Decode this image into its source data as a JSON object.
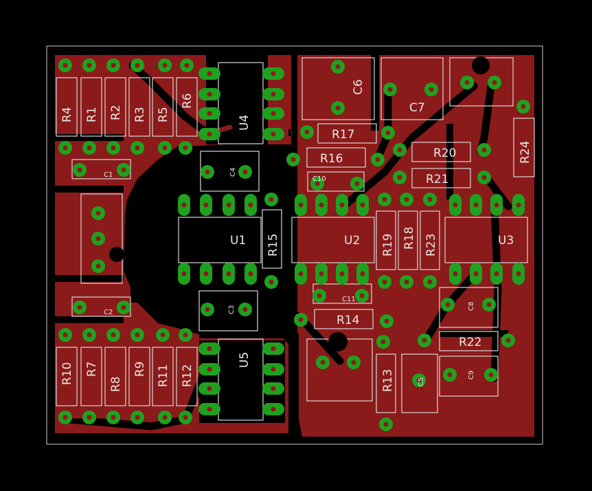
{
  "board": {
    "copper_color": "#8b1a1a",
    "pad_color": "#1fa11f",
    "silk_color": "#d8d8d8",
    "background": "#000000"
  },
  "labels": {
    "R4": "R4",
    "R1": "R1",
    "R2": "R2",
    "R3": "R3",
    "R5": "R5",
    "R6": "R6",
    "U4": "U4",
    "C6": "C6",
    "C7": "C7",
    "R17": "R17",
    "R16": "R16",
    "R20": "R20",
    "R21": "R21",
    "R24": "R24",
    "C10": "C10",
    "C4": "C4",
    "C1": "C1",
    "U1": "U1",
    "R15": "R15",
    "U2": "U2",
    "R19": "R19",
    "R18": "R18",
    "R23": "R23",
    "U3": "U3",
    "C2": "C2",
    "C11": "C11",
    "R14": "R14",
    "R22": "R22",
    "C3": "C3",
    "C8": "C8",
    "R10": "R10",
    "R7": "R7",
    "R8": "R8",
    "R9": "R9",
    "R11": "R11",
    "R12": "R12",
    "U5": "U5",
    "R13": "R13",
    "C5": "C5",
    "C9": "C9"
  }
}
